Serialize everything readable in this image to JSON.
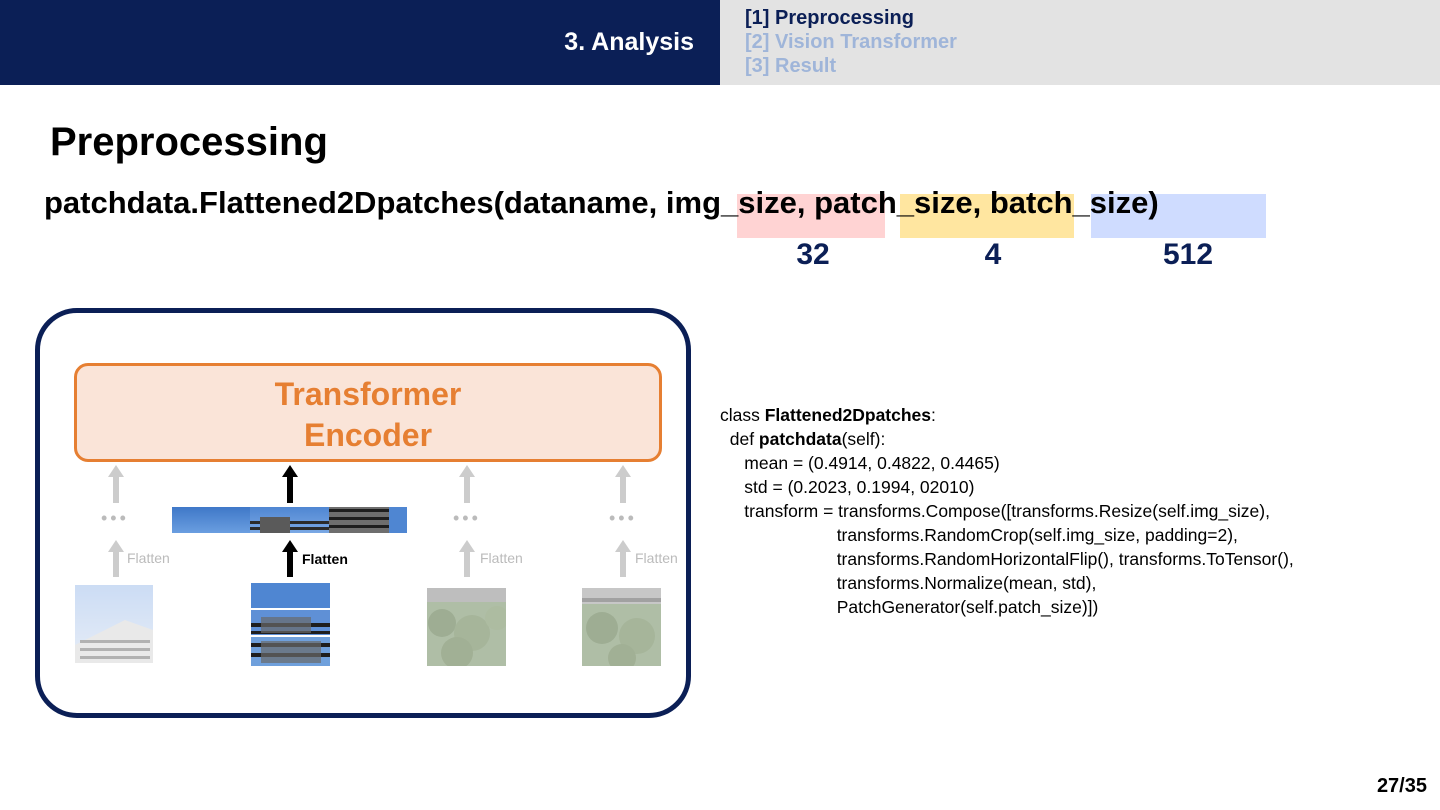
{
  "header": {
    "section_title": "3. Analysis",
    "nav": [
      {
        "label": "[1] Preprocessing",
        "active": true
      },
      {
        "label": "[2] Vision Transformer",
        "active": false
      },
      {
        "label": "[3] Result",
        "active": false
      }
    ]
  },
  "title": "Preprocessing",
  "signature": {
    "prefix": "patchdata.Flattened2Dpatches(dataname, ",
    "param1": "img_size",
    "sep1": ", ",
    "param2": "patch_size",
    "sep2": ", ",
    "param3": "batch_size",
    "suffix": ")"
  },
  "param_values": {
    "img_size": "32",
    "patch_size": "4",
    "batch_size": "512"
  },
  "diagram": {
    "encoder_line1": "Transformer",
    "encoder_line2": "Encoder",
    "flatten_label": "Flatten",
    "dots": "•••"
  },
  "code": {
    "l1_a": "class ",
    "l1_b": "Flattened2Dpatches",
    "l1_c": ":",
    "l2_a": "  def ",
    "l2_b": "patchdata",
    "l2_c": "(self):",
    "l3": "     mean = (0.4914, 0.4822, 0.4465)",
    "l4": "     std = (0.2023, 0.1994, 02010)",
    "l5": "     transform = transforms.Compose([transforms.Resize(self.img_size),",
    "l6": "                        transforms.RandomCrop(self.img_size, padding=2),",
    "l7": "                        transforms.RandomHorizontalFlip(), transforms.ToTensor(),",
    "l8": "                        transforms.Normalize(mean, std),",
    "l9": "                        PatchGenerator(self.patch_size)])"
  },
  "page_number": "27/35",
  "colors": {
    "navy": "#0b1f56",
    "orange": "#e67f32",
    "pink": "#ffd3d3",
    "yellow": "#ffe6a0",
    "blue": "#cfdcff"
  }
}
